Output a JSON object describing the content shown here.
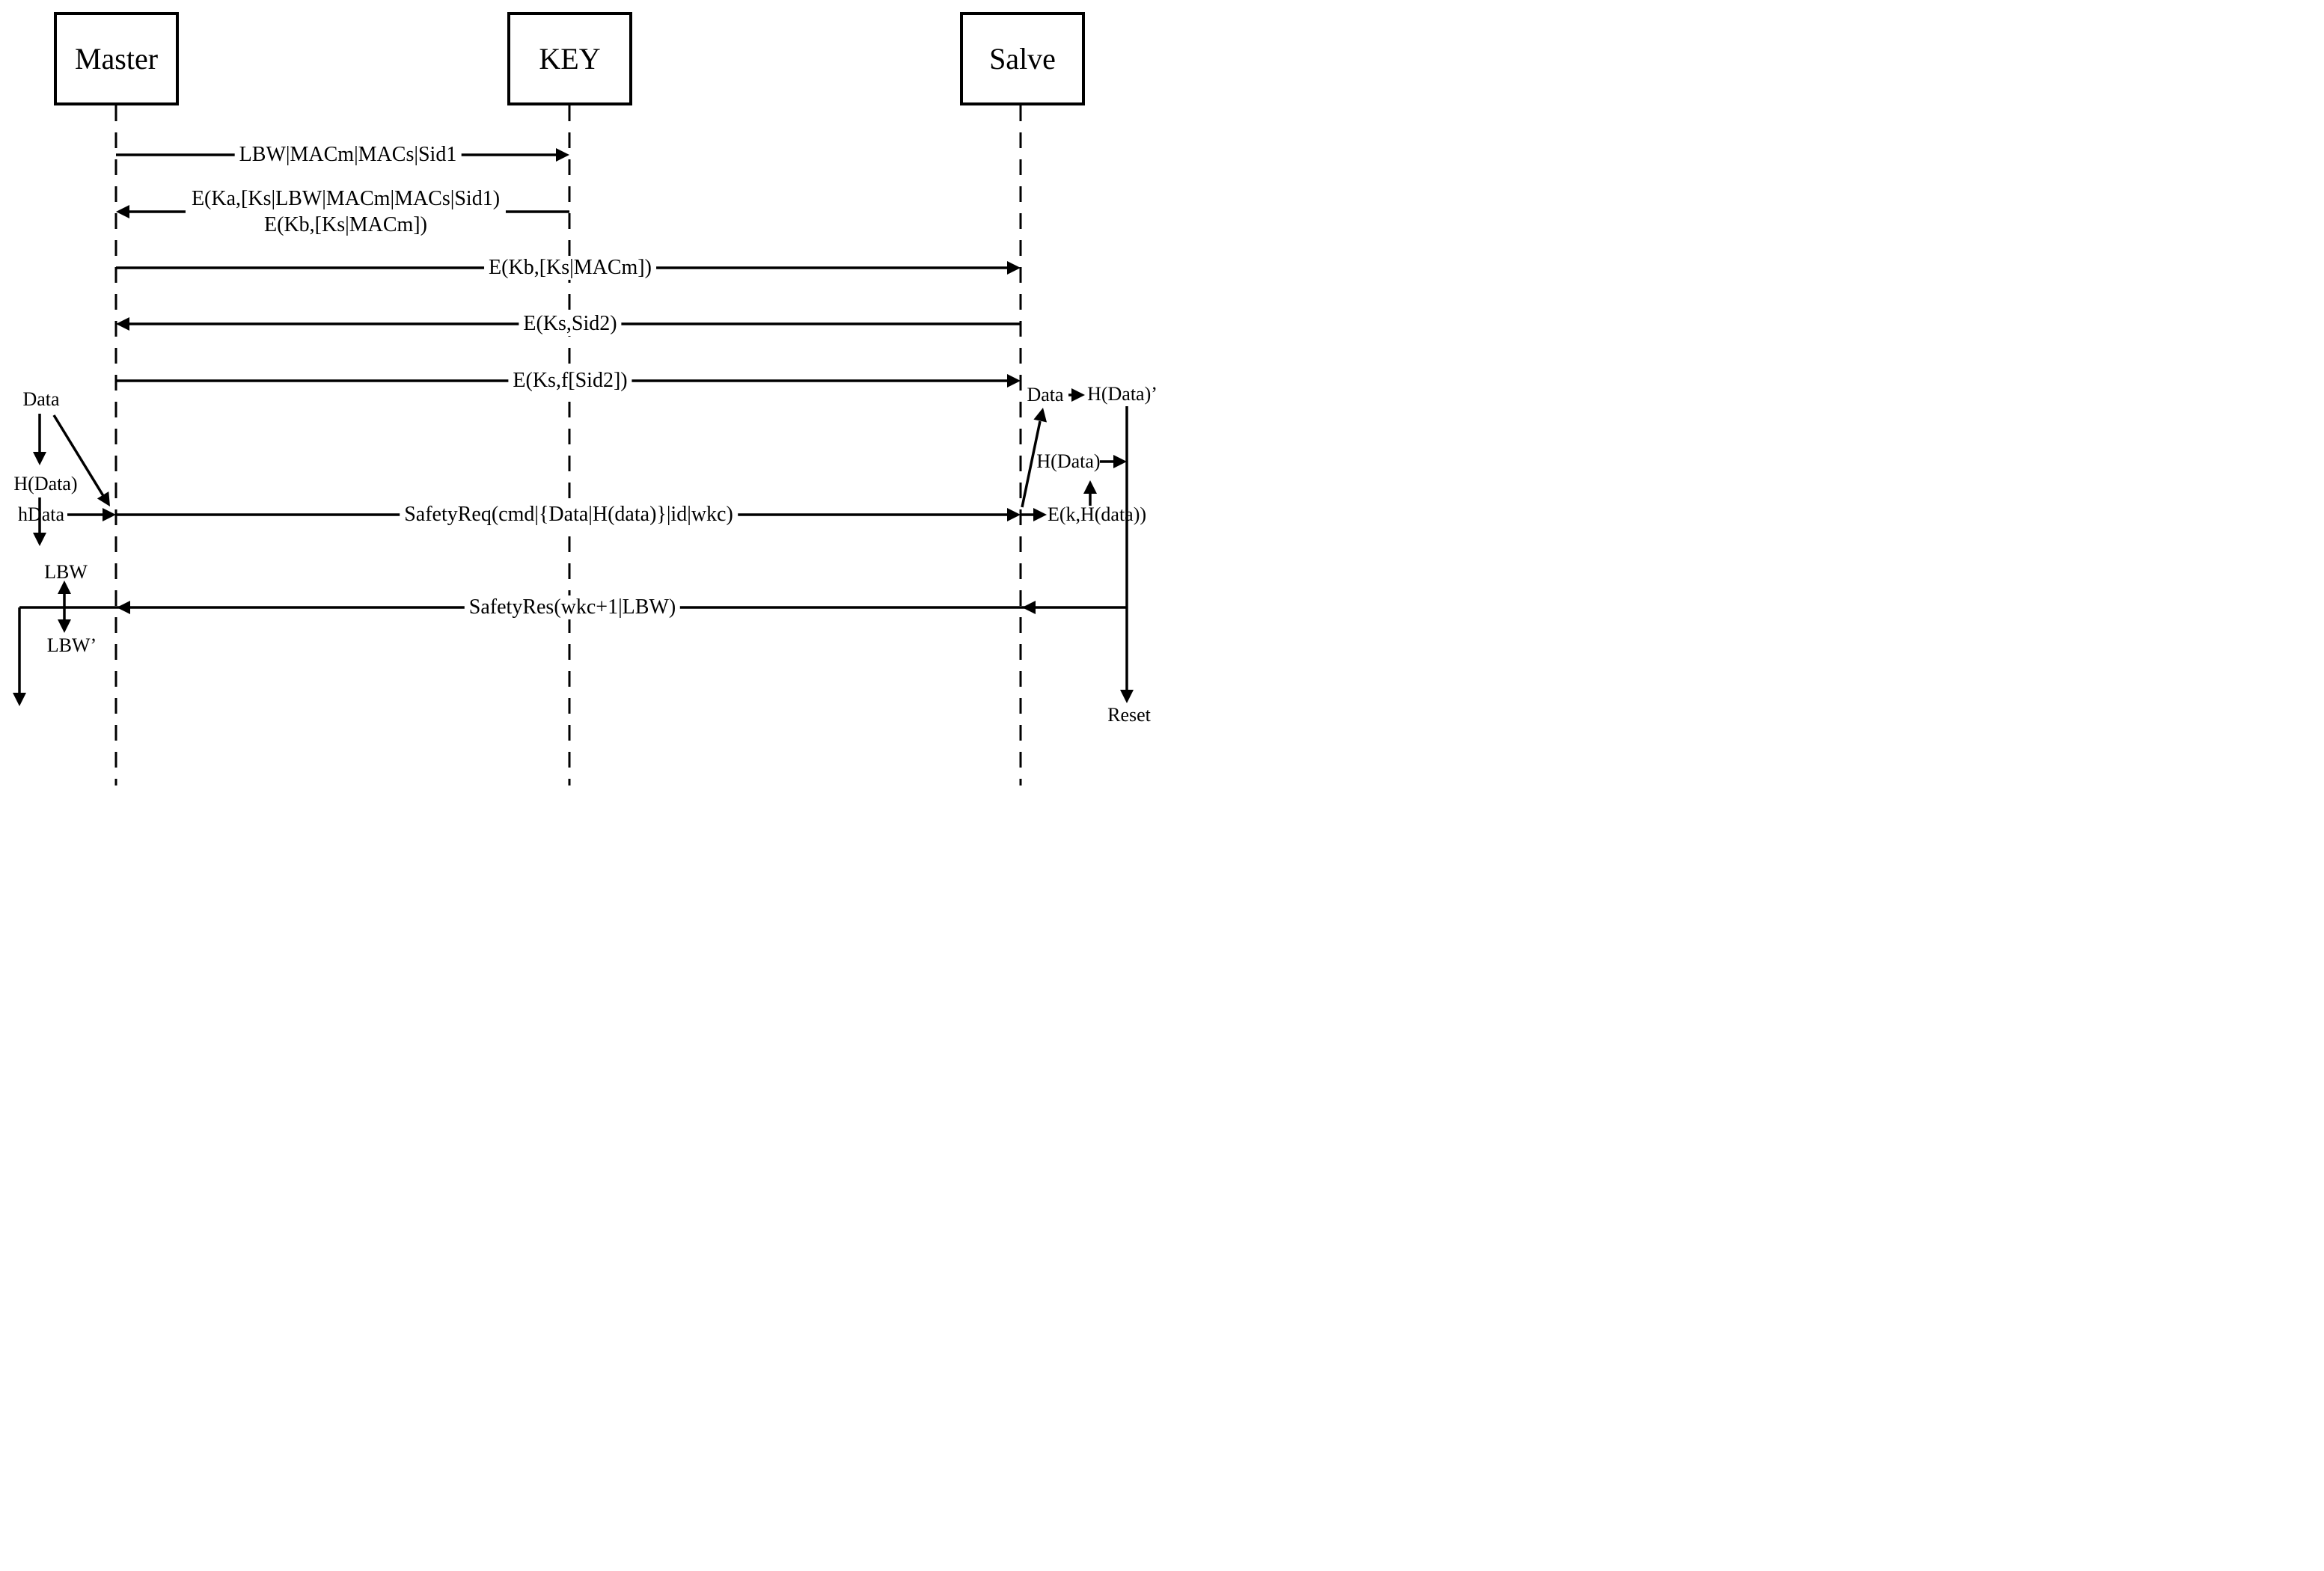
{
  "diagram": {
    "participants": [
      {
        "id": "master",
        "label": "Master"
      },
      {
        "id": "key",
        "label": "KEY"
      },
      {
        "id": "salve",
        "label": "Salve"
      }
    ],
    "messages": [
      {
        "from": "Master",
        "to": "KEY",
        "label": "LBW|MACm|MACs|Sid1"
      },
      {
        "from": "KEY",
        "to": "Master",
        "label_line1": "E(Ka,[Ks|LBW|MACm|MACs|Sid1)",
        "label_line2": "E(Kb,[Ks|MACm])"
      },
      {
        "from": "Master",
        "to": "Salve",
        "label": "E(Kb,[Ks|MACm])"
      },
      {
        "from": "Salve",
        "to": "Master",
        "label": "E(Ks,Sid2)"
      },
      {
        "from": "Master",
        "to": "Salve",
        "label": "E(Ks,f[Sid2])"
      },
      {
        "from": "Master",
        "to": "Salve",
        "label": "SafetyReq(cmd|{Data|H(data)}|id|wkc)"
      },
      {
        "from": "Salve",
        "to": "Master",
        "label": "SafetyRes(wkc+1|LBW)"
      }
    ],
    "master_annotations": {
      "data": "Data",
      "h_data": "H(Data)",
      "h_data_short": "hData",
      "lbw": "LBW",
      "lbw_prime": "LBW’"
    },
    "salve_annotations": {
      "data": "Data",
      "h_data_prime": "H(Data)’",
      "h_data": "H(Data)",
      "e_k_h_data": "E(k,H(data))",
      "reset": "Reset"
    },
    "colors": {
      "line": "#000000",
      "background": "#ffffff"
    }
  }
}
